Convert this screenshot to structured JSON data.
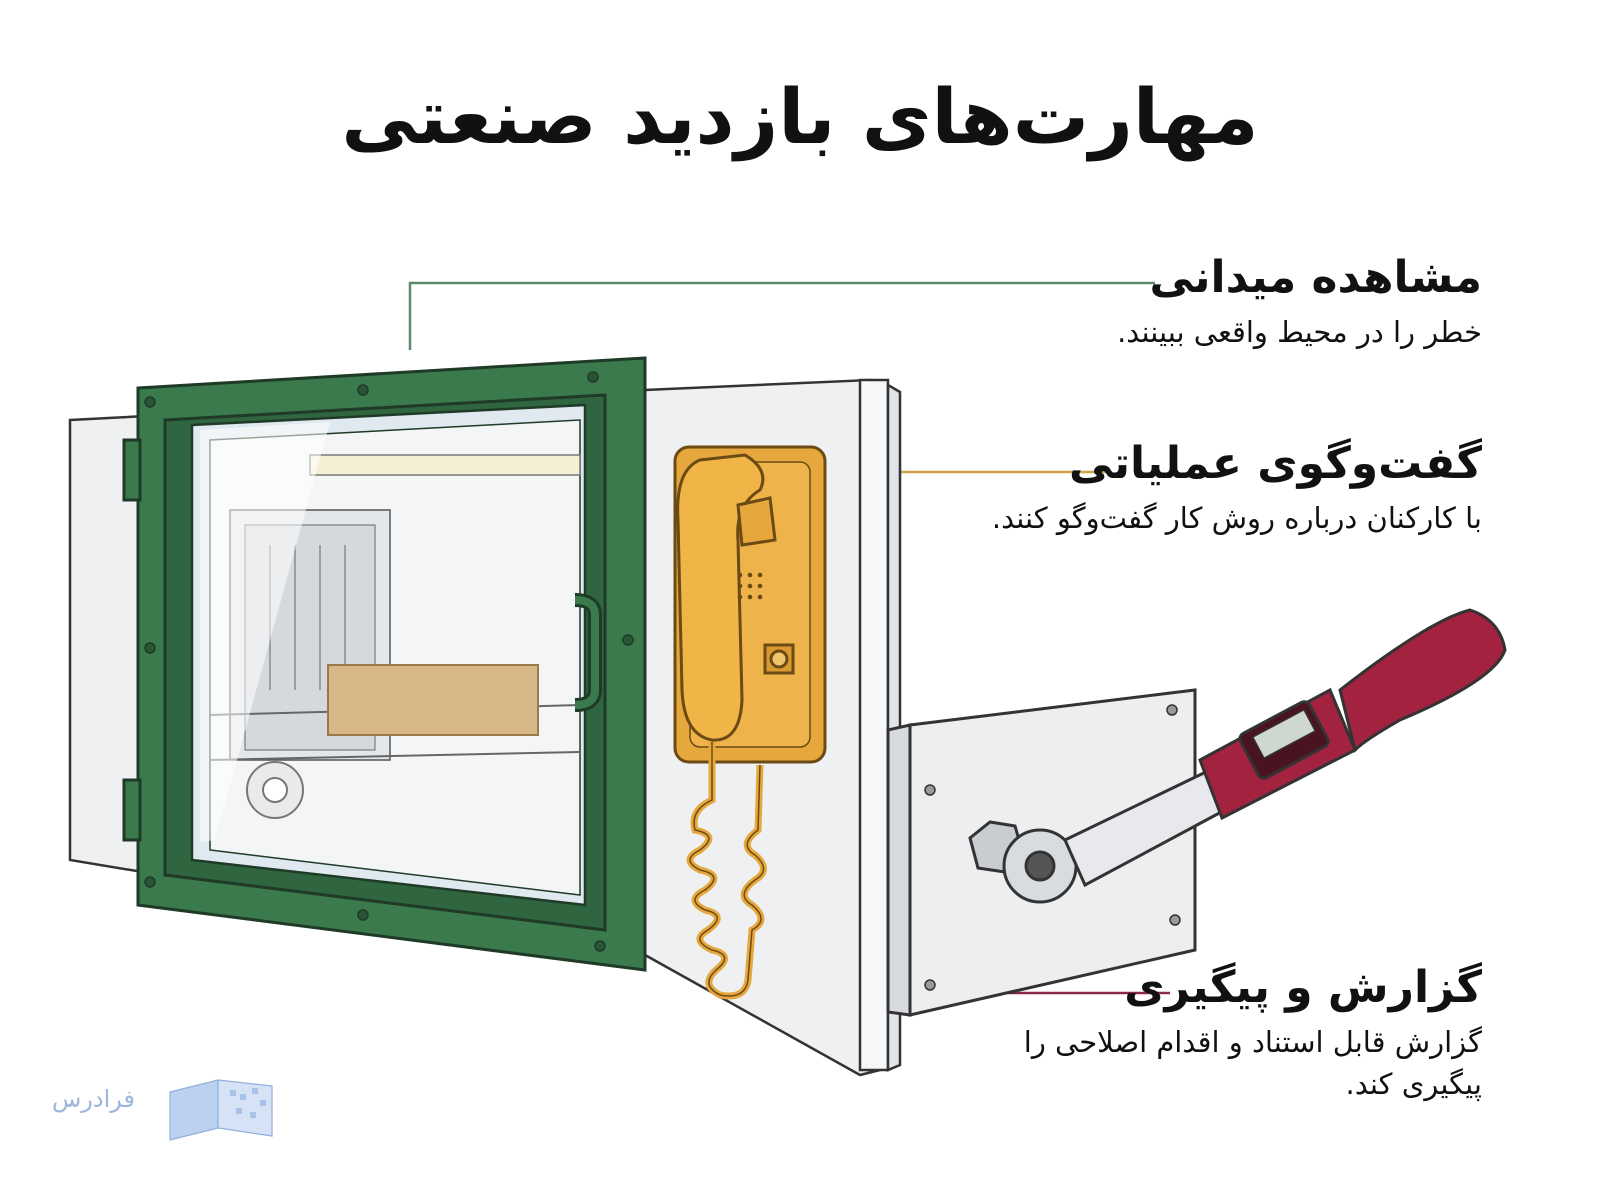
{
  "title": "مهارت‌های بازدید صنعتی",
  "items": [
    {
      "heading": "مشاهده میدانی",
      "description": "خطر را در محیط واقعی ببینند.",
      "accent": "#5e8a6b",
      "icon": "viewing-window-icon"
    },
    {
      "heading": "گفت‌وگوی عملیاتی",
      "description": "با کارکنان درباره روش کار گفت‌وگو کنند.",
      "accent": "#c9a24a",
      "icon": "wall-phone-icon"
    },
    {
      "heading": "گزارش و پیگیری",
      "description": "گزارش قابل استناد و اقدام اصلاحی را پیگیری کند.",
      "accent": "#8a2a46",
      "icon": "torque-wrench-icon"
    }
  ],
  "logo": {
    "text": "فرادرس"
  },
  "colors": {
    "frame_green": "#3b7a4c",
    "phone_yellow": "#e6a83d",
    "wrench_red": "#a3223f",
    "steel": "#e9ebee"
  }
}
